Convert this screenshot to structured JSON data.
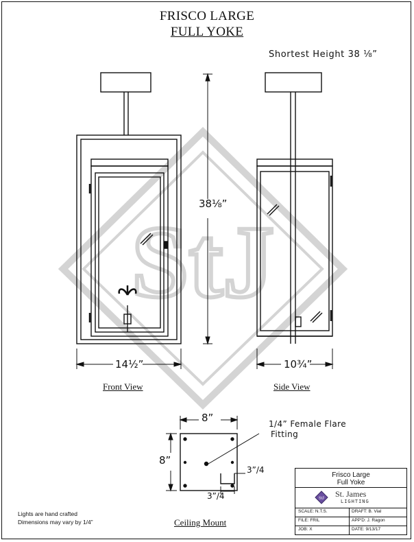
{
  "header": {
    "title_line1": "FRISCO LARGE",
    "title_line2": "FULL YOKE",
    "shortest_height": "Shortest  Height  38 ⅛”"
  },
  "front_view": {
    "label": "Front View",
    "height_dim": "38⅛”",
    "width_dim": "14½”"
  },
  "side_view": {
    "label": "Side View",
    "width_dim": "10¾”"
  },
  "ceiling_mount": {
    "label": "Ceiling Mount",
    "width_dim": "8”",
    "height_dim": "8”",
    "fitting_note_line1": "1/4” Female Flare",
    "fitting_note_line2": "Fitting",
    "slot_width_dim": "3”/4",
    "slot_height_dim": "3”/4"
  },
  "notes": {
    "line1": "Lights are hand crafted",
    "line2": "Dimensions may vary by 1/4”"
  },
  "title_block": {
    "product_line1": "Frisco Large",
    "product_line2": "Full Yoke",
    "brand": "St. James",
    "brand_sub": "LIGHTING",
    "logo_text": "StJ",
    "scale_label": "SCALE: N.T.S.",
    "draft_label": "DRAFT:  B. Vial",
    "file_label": "FILE:  FRIL",
    "appd_label": "APP'D:  J. Ragon",
    "job_label": "JOB:    X",
    "date_label": "DATE:   9/13/17"
  },
  "watermark": {
    "text": "StJ",
    "color": "#cfcfcf"
  },
  "colors": {
    "line": "#111111",
    "logo_fill": "#6a4fa0"
  }
}
